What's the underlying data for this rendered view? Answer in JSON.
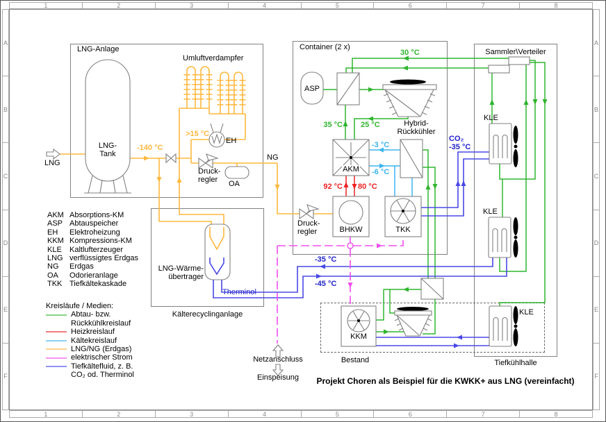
{
  "frame": {
    "columns": [
      "1",
      "2",
      "3",
      "4",
      "5",
      "6",
      "7",
      "8"
    ],
    "rows": [
      "A",
      "B",
      "C",
      "D",
      "E",
      "F"
    ]
  },
  "title": "Projekt Choren als Beispiel für die KWKK+ aus LNG (vereinfacht)",
  "colors": {
    "green": "#2fb52f",
    "red": "#ee2222",
    "cyan": "#3cb4f0",
    "orange": "#ffb73d",
    "magenta": "#f04ef0",
    "blue": "#4848e8",
    "blue_text": "#2222cc",
    "equipment": "#808080",
    "frame": "#aaaaaa"
  },
  "plant": {
    "box_label": "LNG-Anlage",
    "tank_line1": "LNG-",
    "tank_line2": "Tank",
    "inlet": "LNG",
    "umluftverdampfer": "Umluftverdampfer",
    "eh": "EH",
    "druckregler_line1": "Druck-",
    "druckregler_line2": "regler",
    "oa": "OA",
    "ng": "NG",
    "t_minus140": "-140 °C",
    "t_gt15": ">15 °C"
  },
  "recycling": {
    "box_label": "Kälterecyclinganlage",
    "wue_line1": "LNG-Wärme-",
    "wue_line2": "übertrager",
    "therminol": "Therminol"
  },
  "container": {
    "label": "Container (2 x)",
    "asp": "ASP",
    "akm": "AKM",
    "bhkw": "BHKW",
    "tkk": "TKK",
    "hybrid_line1": "Hybrid-",
    "hybrid_line2": "Rückkühler",
    "druckregler_line1": "Druck-",
    "druckregler_line2": "regler",
    "t30": "30 °C",
    "t35": "35 °C",
    "t25": "25 °C",
    "t_m3": "-3 °C",
    "t_m6": "-6 °C",
    "t92": "92 °C",
    "t80": "80 °C",
    "co2": "CO₂",
    "co2_t": "-35 °C"
  },
  "distribution": {
    "label": "Sammler\\Verteiler",
    "kle": "KLE",
    "tiefkuehlhalle": "Tiefkühlhalle"
  },
  "bestand": {
    "label": "Bestand",
    "kkm": "KKM",
    "t_m35": "-35 °C",
    "t_m45": "-45 °C"
  },
  "grid_power": {
    "netzanschluss": "Netzanschluss",
    "einspeisung": "Einspeisung"
  },
  "abbreviations": [
    {
      "abbr": "AKM",
      "text": "Absorptions-KM"
    },
    {
      "abbr": "ASP",
      "text": "Abtauspeicher"
    },
    {
      "abbr": "EH",
      "text": "Elektroheizung"
    },
    {
      "abbr": "KKM",
      "text": "Kompressions-KM"
    },
    {
      "abbr": "KLE",
      "text": "Kaltlufterzeuger"
    },
    {
      "abbr": "LNG",
      "text": "verflüssigtes Erdgas"
    },
    {
      "abbr": "NG",
      "text": "Erdgas"
    },
    {
      "abbr": "OA",
      "text": "Odorieranlage"
    },
    {
      "abbr": "TKK",
      "text": "Tiefkältekaskade"
    }
  ],
  "legend": {
    "title": "Kreisläufe / Medien:",
    "items": [
      {
        "color": "green",
        "lines": [
          "Abtau- bzw.",
          "Rückkühlkreislauf"
        ]
      },
      {
        "color": "red",
        "lines": [
          "Heizkreislauf"
        ]
      },
      {
        "color": "cyan",
        "lines": [
          "Kältekreislauf"
        ]
      },
      {
        "color": "orange",
        "lines": [
          "LNG/NG (Erdgas)"
        ]
      },
      {
        "color": "magenta",
        "lines": [
          "elektrischer Strom"
        ]
      },
      {
        "color": "blue",
        "lines": [
          "Tiefkältefluid, z. B.",
          "CO₂ od. Therminol"
        ]
      }
    ]
  }
}
